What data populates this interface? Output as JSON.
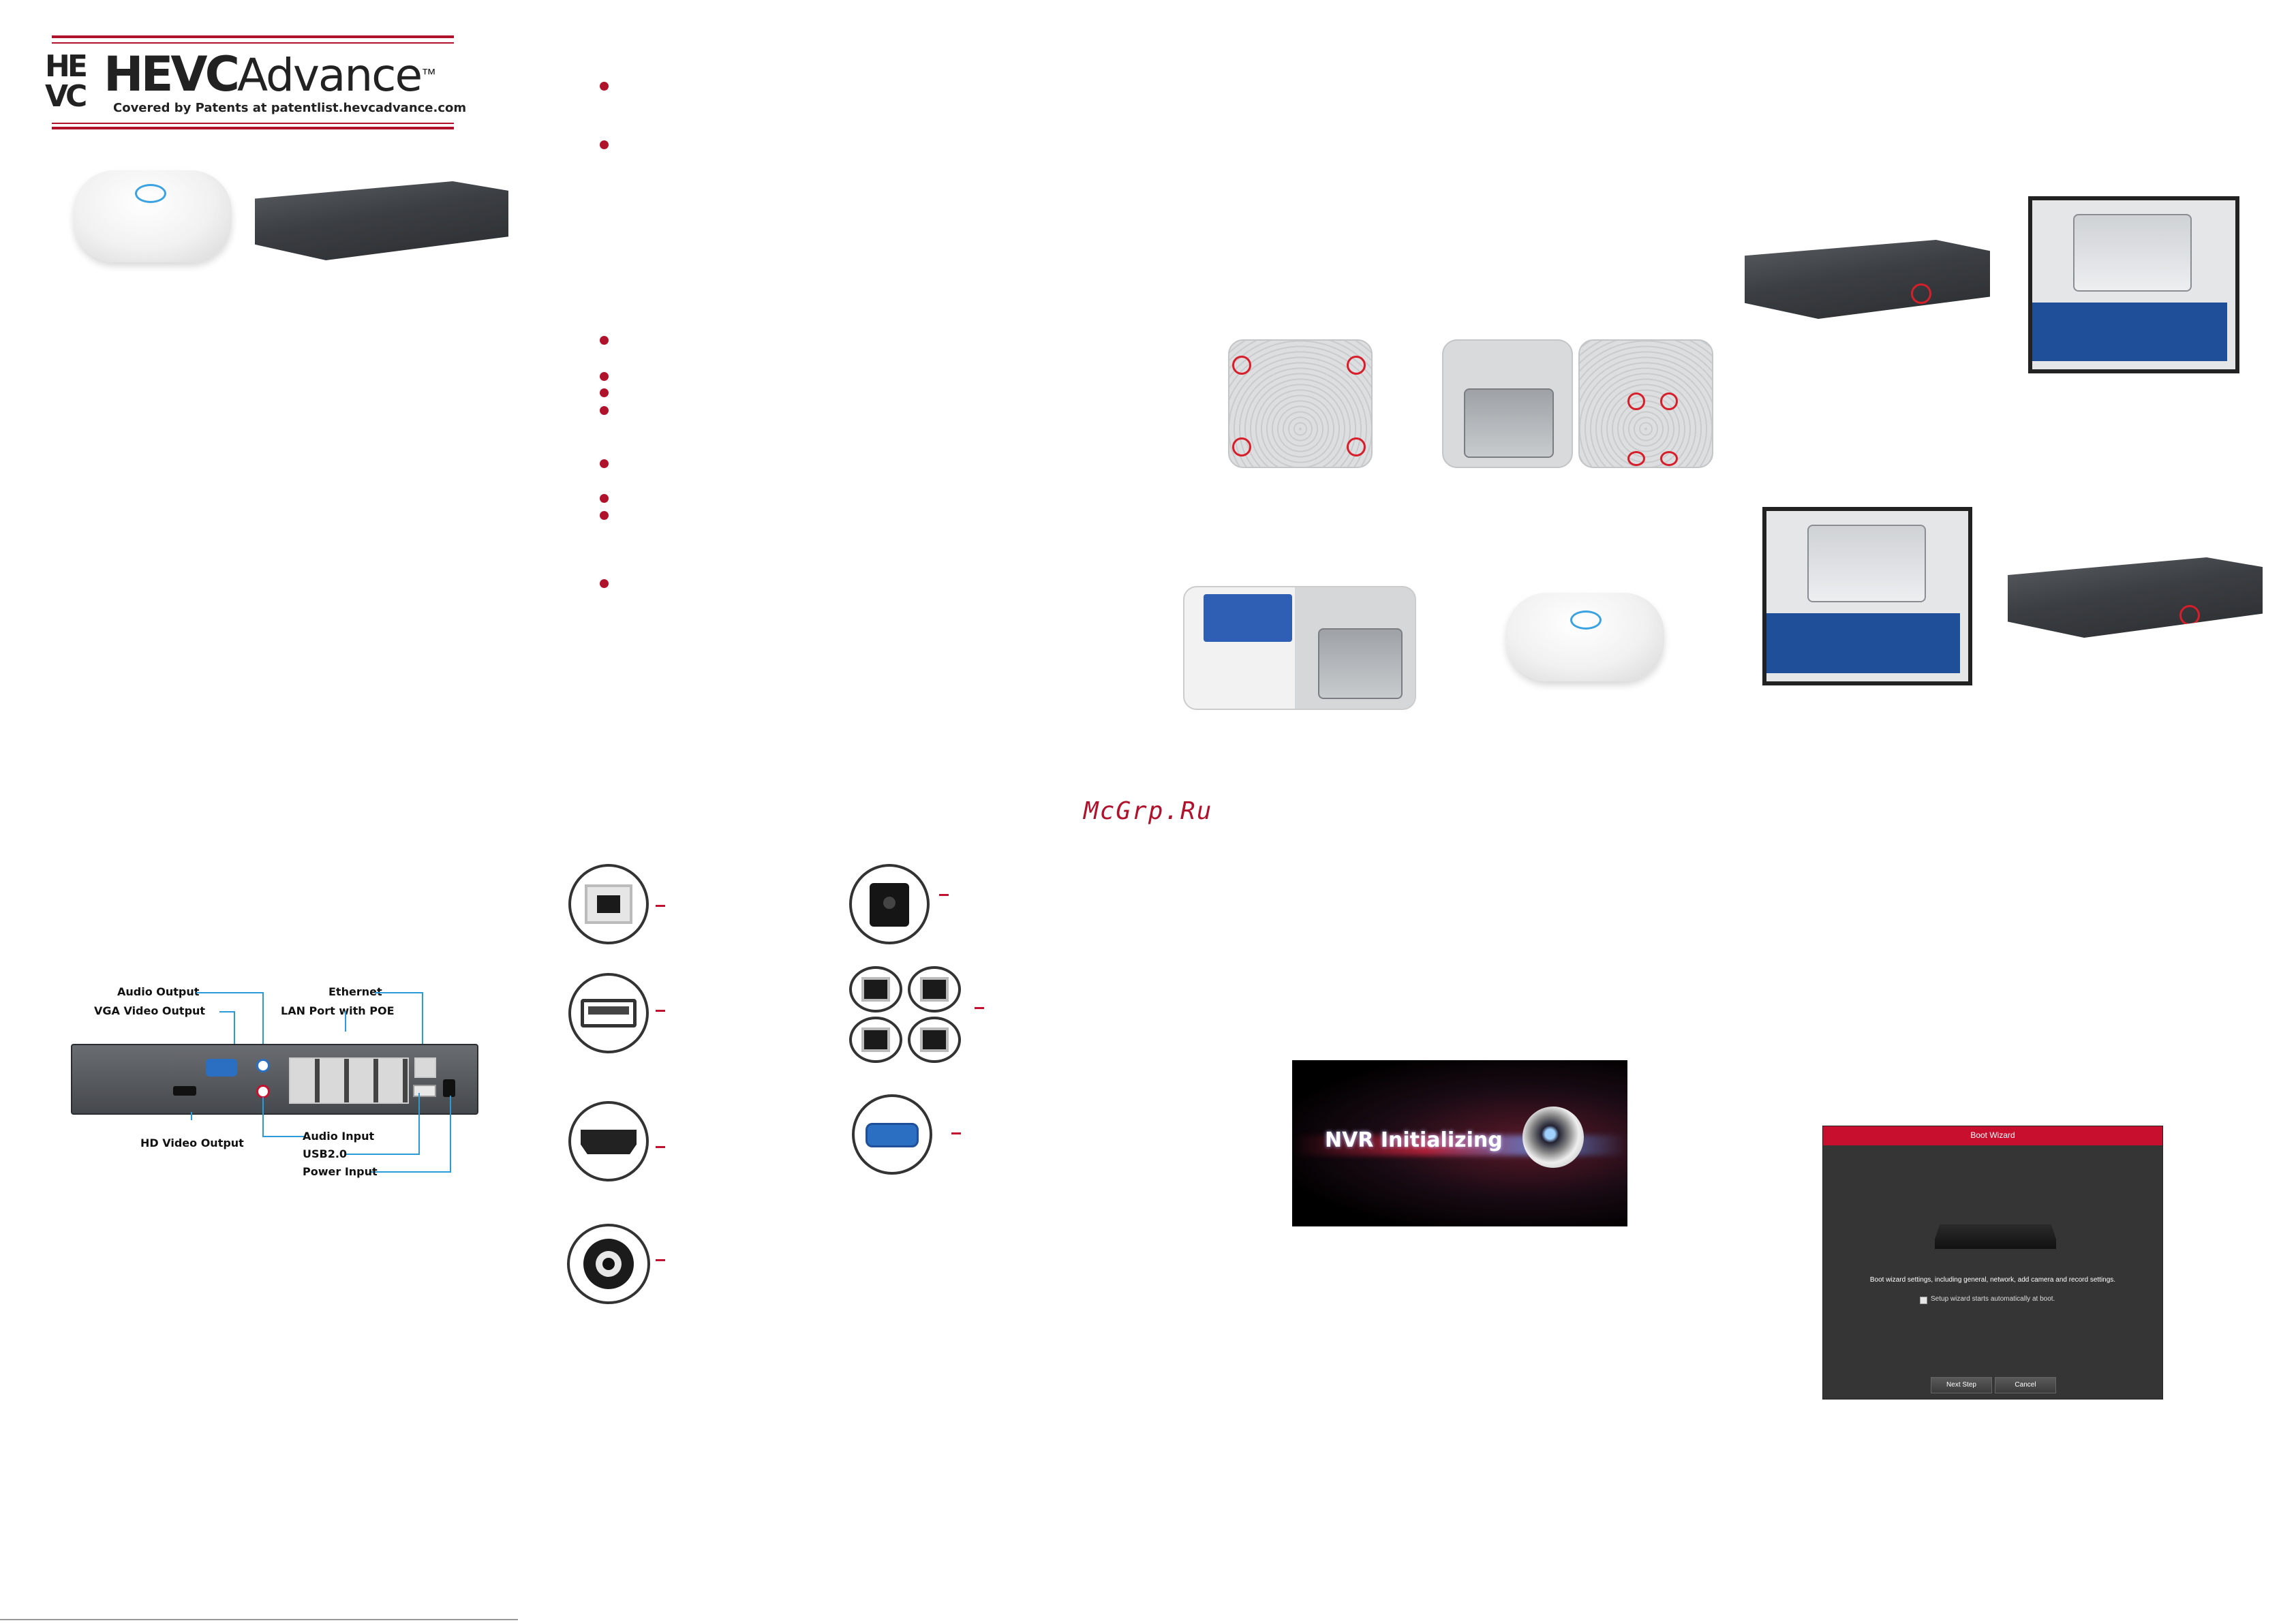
{
  "logo": {
    "mark": "HE VC",
    "brand_bold": "HEVC",
    "brand_light": "Advance",
    "tm": "™",
    "tagline": "Covered by Patents at patentlist.hevcadvance.com"
  },
  "rear_panel": {
    "labels": {
      "audio_output": "Audio Output",
      "vga_output": "VGA Video Output",
      "ethernet": "Ethernet",
      "lan_poe": "LAN Port with POE",
      "hd_output": "HD Video Output",
      "audio_input": "Audio Input",
      "usb": "USB2.0",
      "power_input": "Power Input"
    }
  },
  "watermark": "McGrp.Ru",
  "splash": {
    "text": "NVR Initializing"
  },
  "boot_wizard": {
    "title": "Boot Wizard",
    "description": "Boot wizard settings, including general, network, add camera and record settings.",
    "checkbox_label": "Setup wizard starts automatically at boot.",
    "next_button": "Next Step",
    "cancel_button": "Cancel"
  },
  "colors": {
    "accent_red": "#b0122b",
    "callout_blue": "#2a9bd8",
    "wizard_red": "#c8102e"
  }
}
